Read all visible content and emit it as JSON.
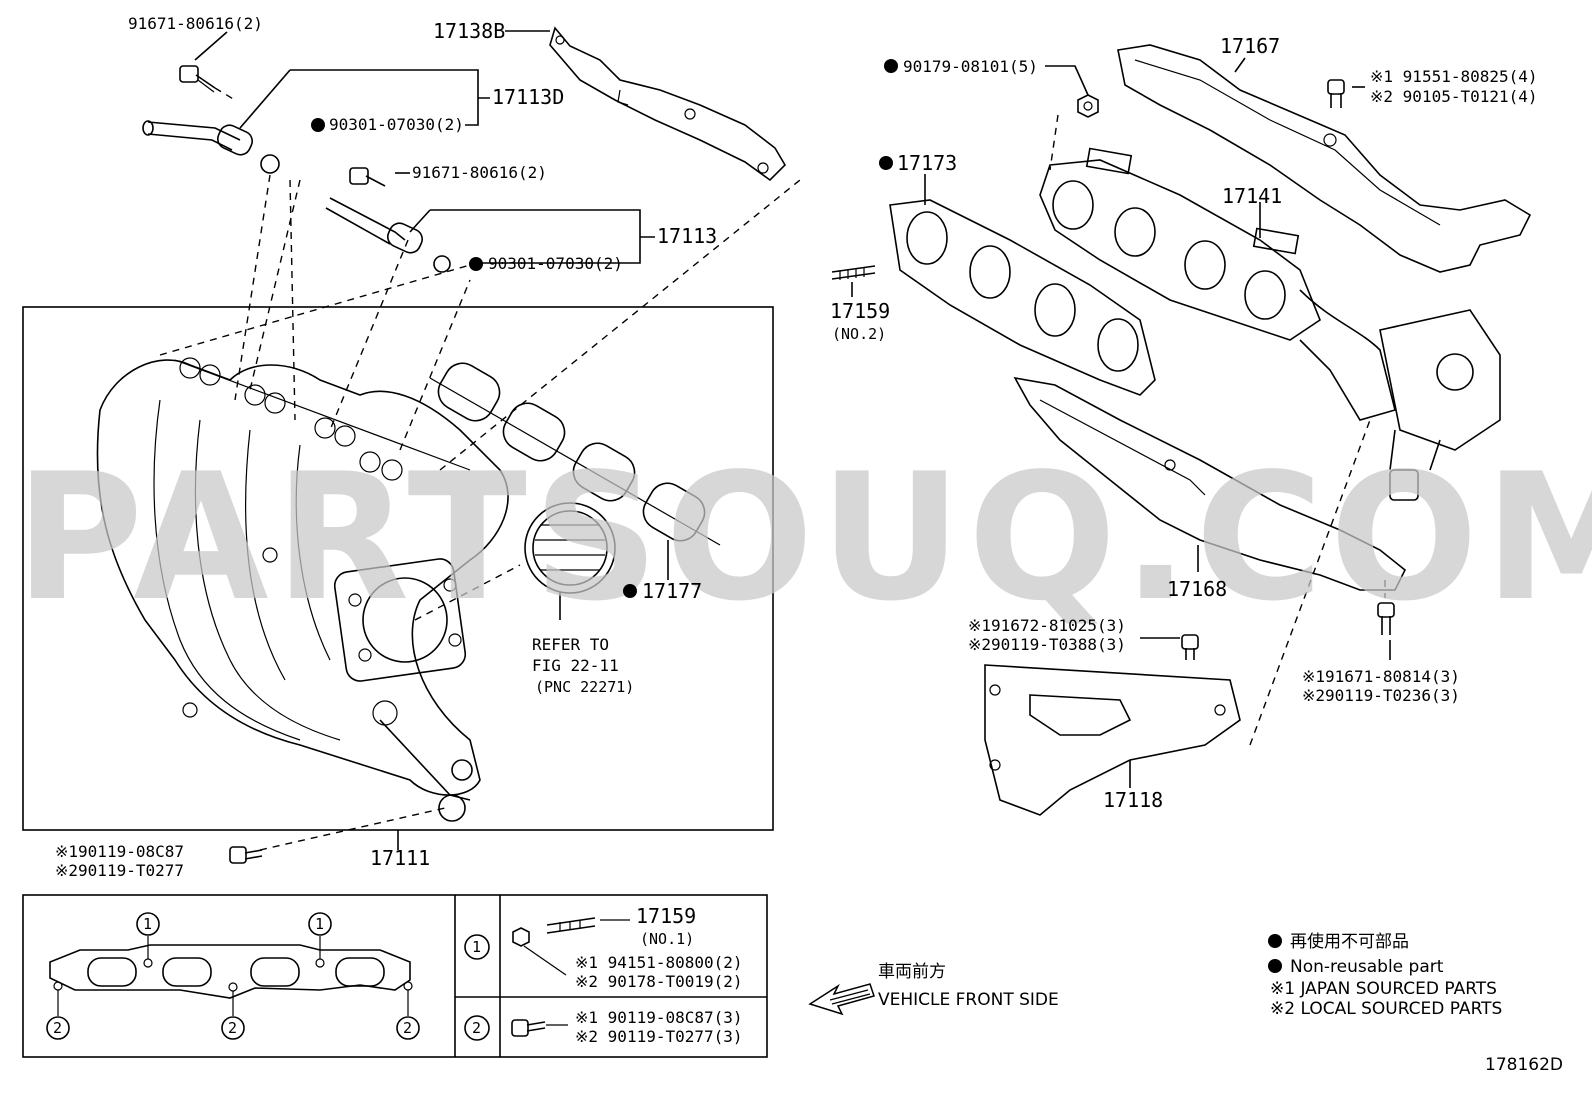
{
  "watermark": "PARTSOUQ.COM",
  "parts": {
    "p17138B": "17138B",
    "p91671_top": "91671-80616(2)",
    "p17113D": "17113D",
    "p90301_a": "90301-07030(2)",
    "p91671_mid": "91671-80616(2)",
    "p17113": "17113",
    "p90301_b": "90301-07030(2)",
    "p17177": "17177",
    "refer_line1": "REFER TO",
    "refer_line2": "FIG 22-11",
    "refer_line3": "(PNC 22271)",
    "p17111": "17111",
    "bolt_left_1": "※190119-08C87",
    "bolt_left_2": "※290119-T0277",
    "p90179": "90179-08101(5)",
    "p17167": "17167",
    "p91551_1": "※1 91551-80825(4)",
    "p91551_2": "※2 90105-T0121(4)",
    "p17173": "17173",
    "p17141": "17141",
    "p17159": "17159",
    "p17159_note": "(NO.2)",
    "p17168": "17168",
    "p91672_1": "※191672-81025(3)",
    "p91672_2": "※290119-T0388(3)",
    "p91671_r1": "※191671-80814(3)",
    "p91671_r2": "※290119-T0236(3)",
    "p17118": "17118"
  },
  "detail_table": {
    "callout_1": "1",
    "callout_2": "2",
    "row1_part": "17159",
    "row1_note": "(NO.1)",
    "row1_line1": "※1 94151-80800(2)",
    "row1_line2": "※2 90178-T0019(2)",
    "row2_line1": "※1 90119-08C87(3)",
    "row2_line2": "※2 90119-T0277(3)"
  },
  "direction": {
    "jp": "車両前方",
    "en": "VEHICLE FRONT SIDE"
  },
  "legend": {
    "jp_nonreusable": "再使用不可部品",
    "nonreusable": "Non-reusable part",
    "japan": "※1 JAPAN SOURCED PARTS",
    "local": "※2 LOCAL SOURCED PARTS"
  },
  "figure_id": "178162D"
}
